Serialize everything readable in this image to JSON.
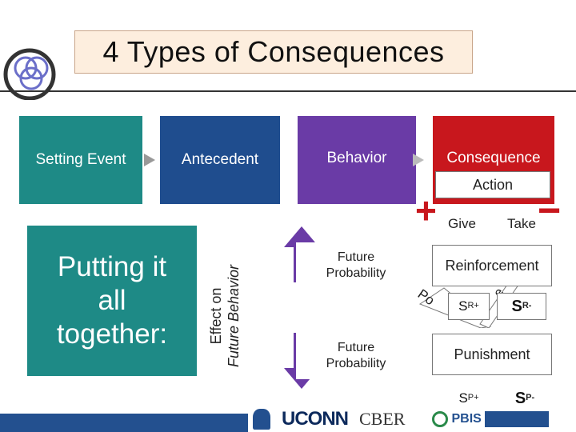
{
  "title": "4 Types of Consequences",
  "flow": {
    "setting_event": "Setting Event",
    "antecedent": "Antecedent",
    "behavior": "Behavior",
    "consequence": "Consequence"
  },
  "action": {
    "label": "Action",
    "give": "Give",
    "take": "Take",
    "plus_symbol": "+",
    "minus_symbol": "−"
  },
  "left_panel": {
    "text_line1": "Putting it",
    "text_line2": "all",
    "text_line3": "together:"
  },
  "effect": {
    "line1": "Effect on",
    "line2": "Future Behavior"
  },
  "future": {
    "up_label": "Future Probability",
    "down_label": "Future Probability"
  },
  "reinforcement": {
    "label": "Reinforcement",
    "pos_fragment": "Po",
    "neg_fragment": "e",
    "sr_plus_base": "S",
    "sr_plus_sup": "R+",
    "sr_minus_base": "S",
    "sr_minus_sup": "R-"
  },
  "punishment": {
    "label": "Punishment",
    "sp_plus_base": "S",
    "sp_plus_sup": "P+",
    "sp_minus_base": "S",
    "sp_minus_sup": "P-"
  },
  "footer": {
    "uconn": "UCONN",
    "cber": "CBER",
    "pbis": "PBIS"
  },
  "colors": {
    "teal": "#1e8a86",
    "navy": "#1f4d8e",
    "purple": "#6a3ba6",
    "red": "#c8171d",
    "footer_blue": "#23508f"
  },
  "icons": [
    "rings-logo-icon",
    "arrow-right-icon",
    "arrow-up-icon",
    "arrow-down-icon",
    "plus-icon",
    "minus-icon"
  ]
}
